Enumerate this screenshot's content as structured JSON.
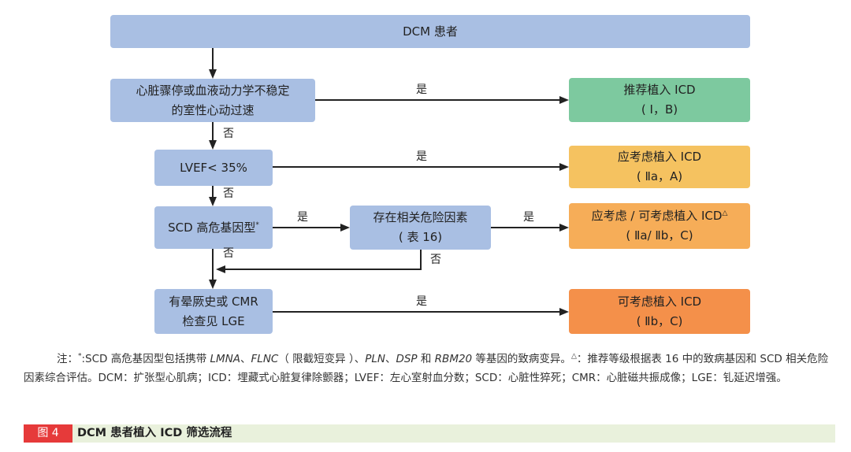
{
  "nodes": {
    "start": "DCM 患者",
    "q1_line1": "心脏骤停或血液动力学不稳定",
    "q1_line2": "的室性心动过速",
    "q2": "LVEF< 35%",
    "q3": "SCD 高危基因型",
    "q3_mark": "*",
    "q3b_line1": "存在相关危险因素",
    "q3b_line2": "( 表 16)",
    "q4_line1": "有晕厥史或 CMR",
    "q4_line2": "检查见 LGE",
    "r1_line1": "推荐植入 ICD",
    "r1_line2": "( Ⅰ，B)",
    "r2_line1": "应考虑植入 ICD",
    "r2_line2": "( Ⅱa，A)",
    "r3_line1": "应考虑 / 可考虑植入 ICD",
    "r3_mark": "△",
    "r3_line2": "( Ⅱa/ Ⅱb，C)",
    "r4_line1": "可考虑植入 ICD",
    "r4_line2": "( Ⅱb，C)"
  },
  "labels": {
    "yes": "是",
    "no": "否"
  },
  "note": {
    "p1": "注：",
    "p2": "*",
    "p3": ":SCD 高危基因型包括携带 ",
    "g1": "LMNA",
    "p4": "、",
    "g2": "FLNC",
    "p5": "（ 限截短变异 ）、",
    "g3": "PLN",
    "p6": "、",
    "g4": "DSP",
    "p7": " 和 ",
    "g5": "RBM20",
    "p8": " 等基因的致病变异。",
    "p9": "△",
    "p10": "：推荐等级根据表 16 中的致病基因和 SCD 相关危险因素综合评估。DCM：扩张型心肌病；ICD：埋藏式心脏复律除颤器；LVEF：左心室射血分数；SCD：心脏性猝死；CMR：心脏磁共振成像；LGE：钆延迟增强。"
  },
  "caption": {
    "tag": "图 4",
    "text": "DCM 患者植入 ICD 筛选流程"
  },
  "colors": {
    "decision": "#a9bfe3",
    "class_I": "#7dc99f",
    "class_IIa": "#f5c260",
    "class_IIa_IIb": "#f6ad58",
    "class_IIb": "#f4904a",
    "caption_tag": "#e63a3a",
    "caption_bar": "#e9f1dc"
  }
}
